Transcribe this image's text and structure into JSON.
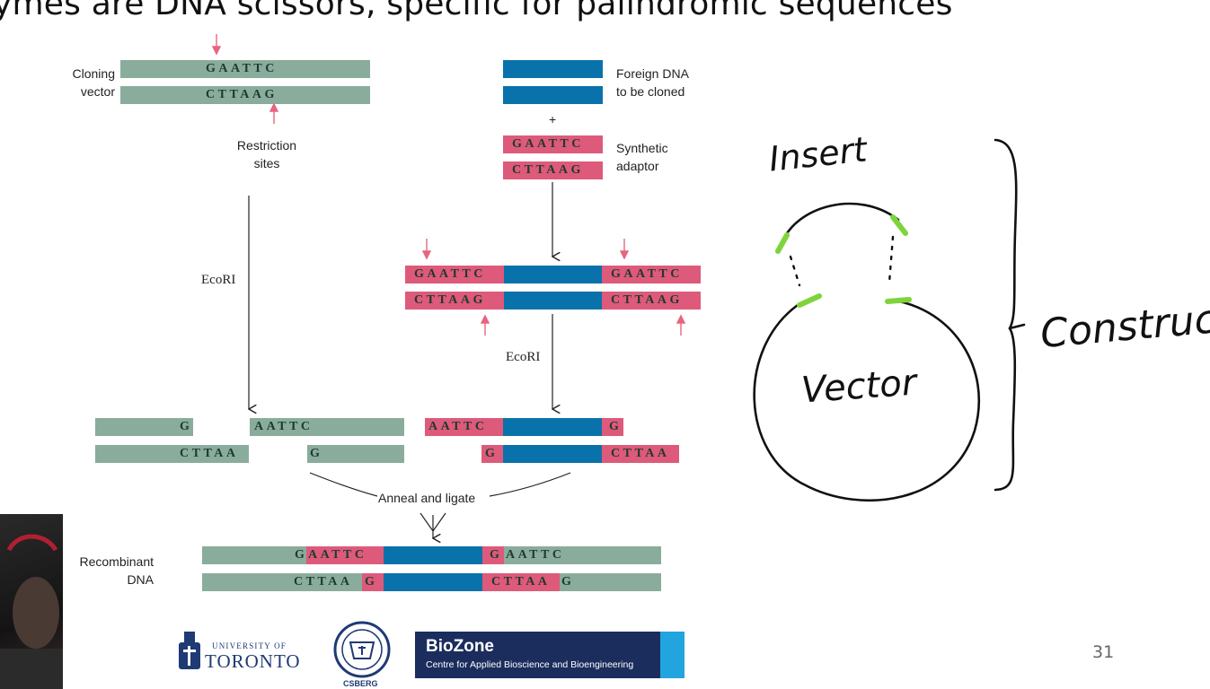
{
  "slide": {
    "title": "ymes are DNA scissors, specific for palindromic sequences",
    "page_number": "31"
  },
  "diagram": {
    "labels": {
      "cloning_vector": "Cloning\nvector",
      "restriction_sites": "Restriction\nsites",
      "foreign_dna": "Foreign DNA\nto be cloned",
      "plus": "+",
      "synthetic_adaptor": "Synthetic\nadaptor",
      "ecori_left": "EcoRI",
      "ecori_right": "EcoRI",
      "anneal_ligate": "Anneal and ligate",
      "recombinant_dna": "Recombinant\nDNA"
    },
    "sequences": {
      "vector_top": "GAATTC",
      "vector_bottom": "CTTAAG",
      "adaptor_top": "GAATTC",
      "adaptor_bottom": "CTTAAG",
      "mid_left_top": "GAATTC",
      "mid_left_bottom": "CTTAAG",
      "mid_right_top": "GAATTC",
      "mid_right_bottom": "CTTAAG",
      "cut_vec_top_left": "G",
      "cut_vec_top_right": "AATTC",
      "cut_vec_bot_left": "CTTAA",
      "cut_vec_bot_right": "G",
      "cut_ins_top_left": "AATTC",
      "cut_ins_top_right": "G",
      "cut_ins_bot_left": "G",
      "cut_ins_bot_right": "CTTAA",
      "rec_top_1": "G",
      "rec_top_2": "AATTC",
      "rec_top_3": "G",
      "rec_top_4": "AATTC",
      "rec_bot_1": "CTTAA",
      "rec_bot_2": "G",
      "rec_bot_3": "CTTAA",
      "rec_bot_4": "G"
    },
    "colors": {
      "vector": "#8aac9c",
      "adaptor": "#de5a7a",
      "foreign": "#0a72ab",
      "cut_arrow": "#e8657f",
      "sticky_end": "#7ed43a"
    }
  },
  "annotations": {
    "insert": "Insert",
    "vector": "Vector",
    "construct": "Construct"
  },
  "logos": {
    "uoft_small": "UNIVERSITY OF",
    "uoft_big": "TORONTO",
    "csberg": "CSBERG",
    "biozone_title": "BioZone",
    "biozone_sub": "Centre for Applied Bioscience and Bioengineering"
  }
}
